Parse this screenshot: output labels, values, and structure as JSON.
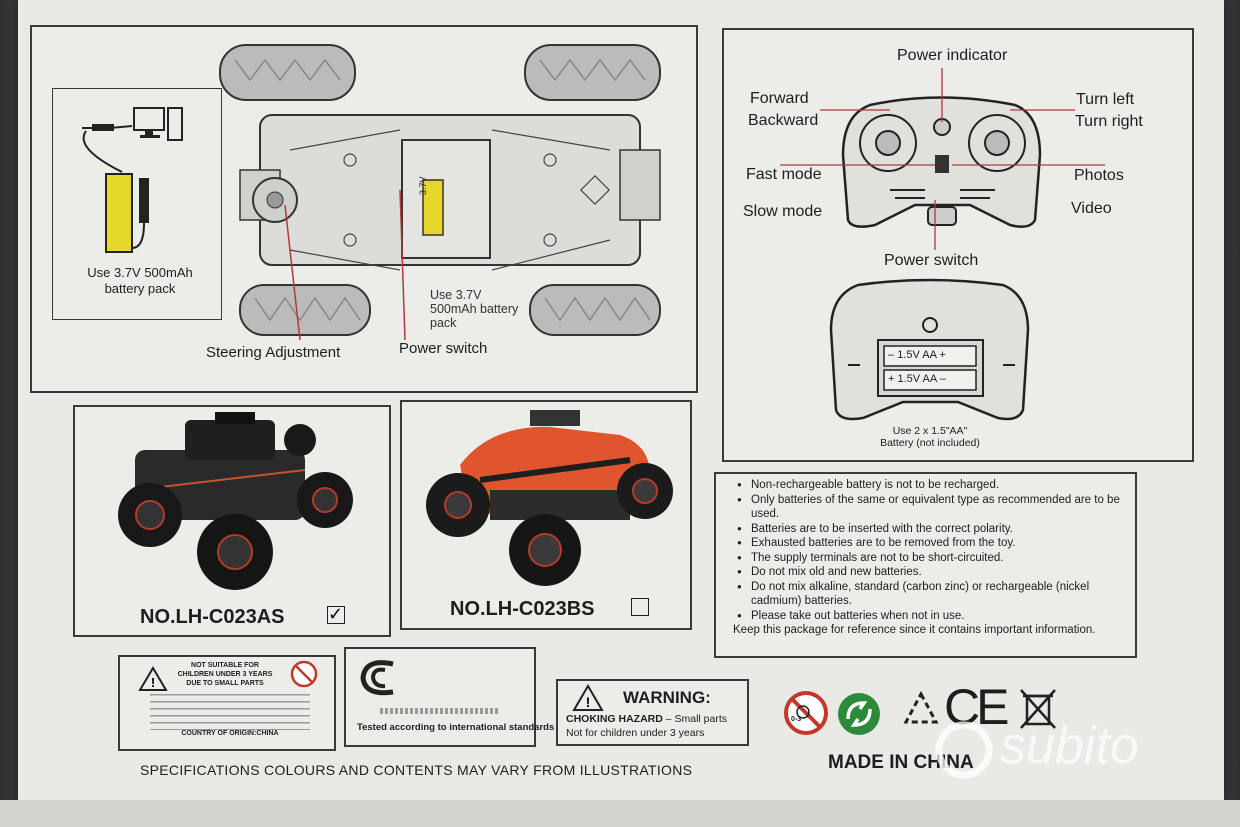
{
  "charging": {
    "label": "Use 3.7V 500mAh battery pack",
    "battery_text": "3.7V"
  },
  "car_diagram": {
    "battery_label": "Use 3.7V 500mAh battery pack",
    "steering": "Steering Adjustment",
    "power": "Power switch"
  },
  "controller": {
    "power_indicator": "Power indicator",
    "forward": "Forward",
    "backward": "Backward",
    "turn_left": "Turn left",
    "turn_right": "Turn right",
    "fast_mode": "Fast mode",
    "slow_mode": "Slow mode",
    "photos": "Photos",
    "video": "Video",
    "power_switch": "Power switch"
  },
  "battery_compartment": {
    "cell1": "1.5V AA",
    "cell2": "1.5V AA",
    "note_line1": "Use 2 x 1.5\"AA\"",
    "note_line2": "Battery (not included)"
  },
  "models": [
    {
      "name": "NO.LH-C023AS",
      "checked": true,
      "color": "#222222"
    },
    {
      "name": "NO.LH-C023BS",
      "checked": false,
      "color": "#e0552e"
    }
  ],
  "safety_notes": [
    "Non-rechargeable battery is not to be recharged.",
    "Only batteries of the same or equivalent type as recommended are to be used.",
    "Batteries are to be inserted with the correct polarity.",
    "Exhausted batteries are to be removed from the toy.",
    "The supply terminals are not to be short-circuited.",
    "Do not mix old and new batteries.",
    "Do not mix alkaline, standard (carbon zinc) or rechargeable (nickel cadmium) batteries.",
    "Please take out batteries when not in use."
  ],
  "keep_note": "Keep this package for reference since it contains important information.",
  "age_warning": {
    "line1": "NOT SUITABLE FOR",
    "line2": "CHILDREN UNDER 3 YEARS",
    "line3": "DUE TO SMALL PARTS",
    "country": "COUNTRY OF ORIGIN:CHINA"
  },
  "standards": {
    "label": "Tested according to international standards"
  },
  "warning": {
    "title": "WARNING:",
    "hazard": "CHOKING HAZARD",
    "hazard_rest": "– Small parts",
    "line2": "Not for children under 3 years"
  },
  "footer": {
    "specs": "SPECIFICATIONS COLOURS AND CONTENTS MAY VARY FROM ILLUSTRATIONS",
    "made_in": "MADE IN CHINA",
    "age_badge": "0-3",
    "ce": "CE"
  },
  "watermark": "subito"
}
